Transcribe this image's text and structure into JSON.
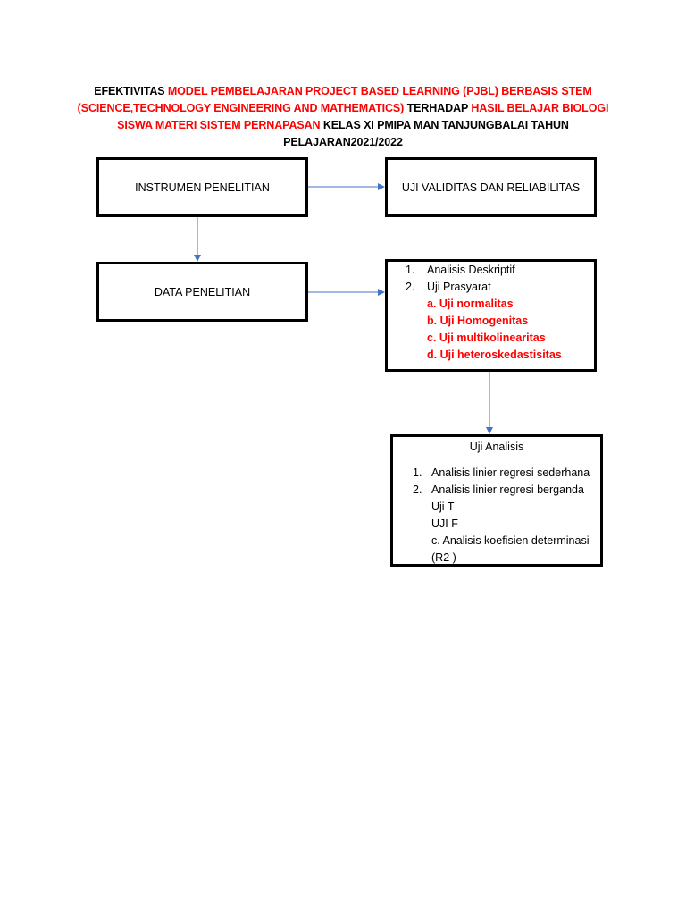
{
  "title": {
    "segments": [
      {
        "text": "EFEKTIVITAS ",
        "color": "#000000"
      },
      {
        "text": "MODEL PEMBELAJARAN PROJECT BASED LEARNING (PJBL) BERBASIS STEM (SCIENCE,TECHNOLOGY ENGINEERING AND MATHEMATICS)",
        "color": "#ff0000"
      },
      {
        "text": " TERHADAP ",
        "color": "#000000"
      },
      {
        "text": "HASIL BELAJAR BIOLOGI SISWA MATERI SISTEM PERNAPASAN",
        "color": "#ff0000"
      },
      {
        "text": " KELAS XI PMIPA MAN TANJUNGBALAI TAHUN PELAJARAN2021/2022",
        "color": "#000000"
      }
    ]
  },
  "nodes": {
    "instrumen": "INSTRUMEN PENELITIAN",
    "uji_validitas": "UJI VALIDITAS DAN RELIABILITAS",
    "data": "DATA PENELITIAN",
    "analisis": {
      "items": [
        {
          "num": "1.",
          "text": "Analisis Deskriptif"
        },
        {
          "num": "2.",
          "text": "Uji Prasyarat"
        }
      ],
      "subitems": [
        "a. Uji normalitas",
        "b. Uji Homogenitas",
        "c. Uji multikolinearitas",
        "d. Uji heteroskedastisitas"
      ],
      "subitem_color": "#ff0000"
    },
    "uji_analisis": {
      "heading": "Uji Analisis",
      "items": [
        {
          "num": "1.",
          "text": "Analisis linier regresi sederhana"
        },
        {
          "num": "2.",
          "text": "Analisis linier regresi berganda"
        }
      ],
      "lines": [
        "Uji T",
        "UJI F",
        "c. Analisis koefisien determinasi",
        "(R2 )"
      ]
    }
  },
  "edges": [
    {
      "from": "instrumen",
      "to": "uji_validitas"
    },
    {
      "from": "instrumen",
      "to": "data"
    },
    {
      "from": "data",
      "to": "analisis"
    },
    {
      "from": "analisis",
      "to": "uji_analisis"
    }
  ],
  "colors": {
    "arrow": "#4472c4",
    "highlight": "#ff0000",
    "border": "#000000"
  }
}
